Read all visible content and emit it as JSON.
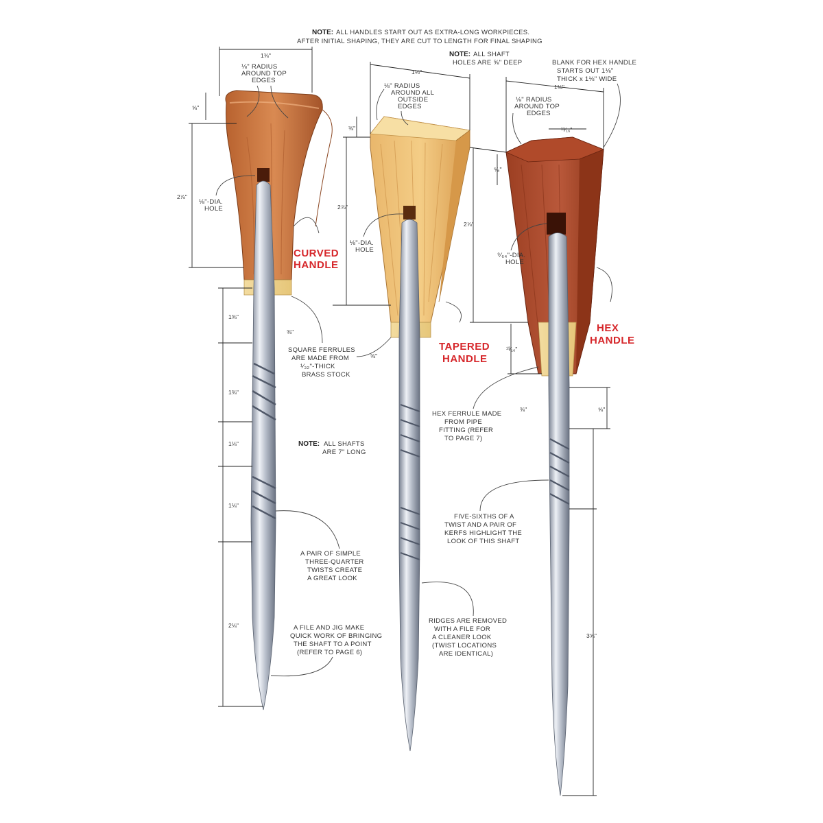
{
  "notes": {
    "top_bold": "NOTE:",
    "top_line1": "ALL HANDLES START OUT AS EXTRA-LONG WORKPIECES.",
    "top_line2": "AFTER INITIAL SHAPING, THEY ARE CUT TO LENGTH FOR FINAL SHAPING",
    "holes_bold": "NOTE:",
    "holes_line1": "ALL SHAFT",
    "holes_line2": "HOLES ARE ⅝\" DEEP",
    "hex_blank_line1": "BLANK FOR HEX HANDLE",
    "hex_blank_line2": "STARTS OUT 1⅛\"",
    "hex_blank_line3": "THICK x 1⅛\" WIDE",
    "shafts_bold": "NOTE:",
    "shafts_line1": "ALL SHAFTS",
    "shafts_line2": "ARE 7\" LONG"
  },
  "handles": {
    "curved": {
      "title_line1": "CURVED",
      "title_line2": "HANDLE",
      "wood_color": "#c8743f"
    },
    "tapered": {
      "title_line1": "TAPERED",
      "title_line2": "HANDLE",
      "wood_color": "#e8b163"
    },
    "hex": {
      "title_line1": "HEX",
      "title_line2": "HANDLE",
      "wood_color": "#a8482a"
    }
  },
  "callouts": {
    "curved_radius": [
      "⅛\" RADIUS",
      "AROUND TOP",
      "EDGES"
    ],
    "tapered_radius": [
      "⅛\" RADIUS",
      "AROUND ALL",
      "OUTSIDE",
      "EDGES"
    ],
    "hex_radius": [
      "⅛\" RADIUS",
      "AROUND TOP",
      "EDGES"
    ],
    "curved_hole": [
      "⅛\"-DIA.",
      "HOLE"
    ],
    "tapered_hole": [
      "⅛\"-DIA.",
      "HOLE"
    ],
    "hex_hole": [
      "⁹⁄₆₄\"-DIA.",
      "HOLE"
    ],
    "square_ferrules": [
      "SQUARE FERRULES",
      "ARE MADE FROM",
      "¹⁄₃₂\"-THICK",
      "BRASS STOCK"
    ],
    "hex_ferrule": [
      "HEX FERRULE MADE",
      "FROM PIPE",
      "FITTING (REFER",
      "TO PAGE 7)"
    ],
    "three_quarter": [
      "A PAIR OF SIMPLE",
      "THREE-QUARTER",
      "TWISTS CREATE",
      "A GREAT LOOK"
    ],
    "file_jig": [
      "A FILE AND JIG MAKE",
      "QUICK WORK OF BRINGING",
      "THE SHAFT TO A POINT",
      "(REFER TO PAGE 6)"
    ],
    "five_sixths": [
      "FIVE-SIXTHS OF A",
      "TWIST AND A PAIR OF",
      "KERFS HIGHLIGHT THE",
      "LOOK OF THIS SHAFT"
    ],
    "ridges": [
      "RIDGES ARE REMOVED",
      "WITH A FILE FOR",
      "A CLEANER LOOK",
      "(TWIST LOCATIONS",
      "ARE IDENTICAL)"
    ]
  },
  "dimensions": {
    "curved_top_width": "1⅜\"",
    "curved_top_depth": "⅝\"",
    "curved_height": "2⅞\"",
    "curved_ferrule": "⅜\"",
    "curved_seg1": "1⅜\"",
    "curved_seg2": "1⅜\"",
    "curved_seg3": "1⅛\"",
    "curved_seg4": "1⅛\"",
    "curved_seg5": "2⅛\"",
    "tapered_top_width": "1⅛\"",
    "tapered_top_depth": "⅜\"",
    "tapered_height": "2⅞\"",
    "tapered_ferrule": "⅜\"",
    "hex_top_width": "1⅛\"",
    "hex_flat": "¹¹⁄₁₆\"",
    "hex_height": "2⅞\"",
    "hex_ferrule_len": "¹³⁄₁₆\"",
    "hex_side": "⁵⁄₈\"",
    "hex_ferrule_gap": "⅜\"",
    "hex_seg1": "⅝\"",
    "hex_seg2": "3⅝\""
  }
}
